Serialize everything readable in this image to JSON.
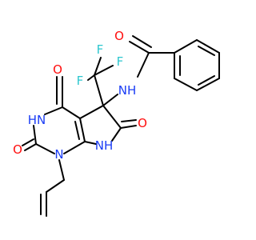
{
  "colors": {
    "carbon_bond": "#000000",
    "oxygen": "#ff0d0d",
    "nitrogen": "#1a3cf5",
    "fluorine": "#2ec7cf",
    "background": "#ffffff"
  },
  "atoms": {
    "o_amide": "O",
    "nh_amide": "NH",
    "f_top": "F",
    "f_right": "F",
    "f_left": "F",
    "o_c4": "O",
    "nh_ring": "HN",
    "o_lactam": "O",
    "o_c2": "O",
    "n1": "N",
    "nh_pyrrole": "NH"
  }
}
